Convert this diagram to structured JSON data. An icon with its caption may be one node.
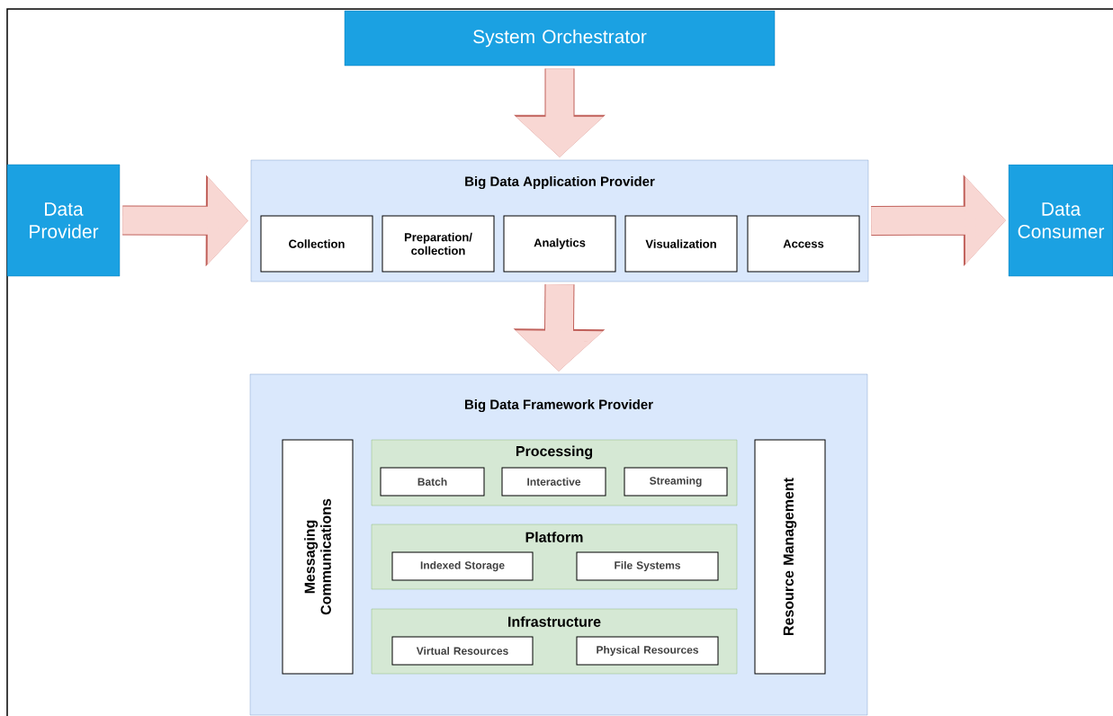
{
  "diagram": {
    "nodes": [
      {
        "text": [
          "System Orchestrator"
        ]
      },
      {
        "text": [
          "Data Provider"
        ]
      },
      {
        "text": [
          "Big Data Application Provider"
        ]
      },
      {
        "text": [
          "Collection"
        ],
        "in": 2
      },
      {
        "text": [
          "Preparation/ collection"
        ],
        "in": 2
      },
      {
        "text": [
          "Analytics"
        ],
        "in": 2
      },
      {
        "text": [
          "Visualization"
        ],
        "in": 2
      },
      {
        "text": [
          "Access"
        ],
        "in": 2
      },
      {
        "text": [
          "Data Consumer"
        ]
      },
      {
        "text": [
          "Big Data Framework Provider"
        ]
      },
      {
        "text": [
          "Messaging Communications"
        ],
        "in": 9
      },
      {
        "text": [
          "Processing"
        ],
        "in": 9
      },
      {
        "text": [
          "Batch"
        ],
        "in": 11
      },
      {
        "text": [
          "Interactive"
        ],
        "in": 11
      },
      {
        "text": [
          "Streaming"
        ],
        "in": 11
      },
      {
        "text": [
          "Platform"
        ],
        "in": 9
      },
      {
        "text": [
          "Indexed Storage"
        ],
        "in": 15
      },
      {
        "text": [
          "File Systems"
        ],
        "in": 15
      },
      {
        "text": [
          "Infrastructure"
        ],
        "in": 9
      },
      {
        "text": [
          "Virtual Resources"
        ],
        "in": 18
      },
      {
        "text": [
          "Physical Resources"
        ],
        "in": 18
      },
      {
        "text": [
          "Resource Management"
        ],
        "in": 9
      }
    ],
    "edges": [
      {
        "from": 0,
        "to": 2,
        "arrow": "to"
      },
      {
        "from": 1,
        "to": 2,
        "arrow": "to"
      },
      {
        "from": 2,
        "to": 8,
        "arrow": "to"
      },
      {
        "from": 2,
        "to": 9,
        "arrow": "to"
      }
    ]
  }
}
